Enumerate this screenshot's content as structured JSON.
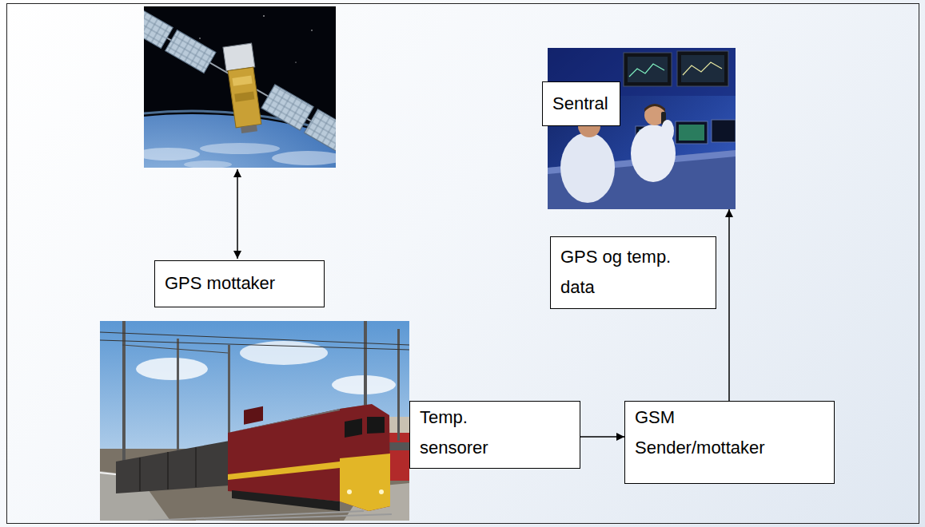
{
  "diagram": {
    "nodes": [
      {
        "text": [
          "Sentral"
        ]
      },
      {
        "text": [
          "GPS mottaker"
        ]
      },
      {
        "text": [
          "GPS og temp. data"
        ]
      },
      {
        "text": [
          "Temp. sensorer"
        ]
      },
      {
        "text": [
          "GSM Sender/mottaker"
        ]
      }
    ],
    "edges": [
      {
        "from": 3,
        "to": 4,
        "arrow": "to"
      },
      {
        "from": 4,
        "to": 0,
        "arrow": "to"
      }
    ]
  }
}
